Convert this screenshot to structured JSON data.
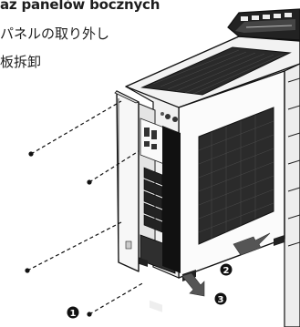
{
  "captions": {
    "polish": "az panelów bocznych",
    "japanese": "パネルの取り外し",
    "chinese": "板拆卸"
  },
  "steps": [
    "1",
    "2",
    "3"
  ]
}
